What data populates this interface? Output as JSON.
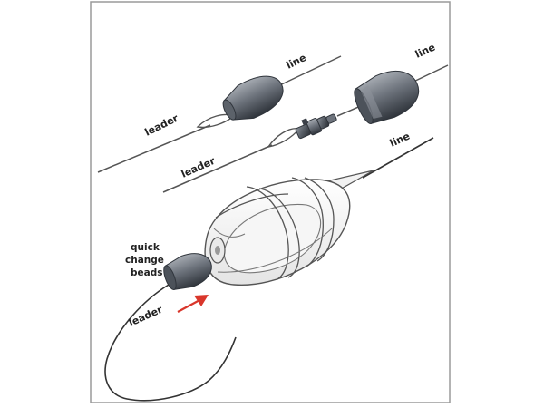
{
  "labels": {
    "line_top": "line",
    "leader_top": "leader",
    "line_mid": "line",
    "leader_mid": "leader",
    "line_lower": "line",
    "quick": "quick",
    "change": "change",
    "beads": "beads",
    "leader_bottom": "leader"
  },
  "colors": {
    "frame": "#9a9a9a",
    "line": "#555555",
    "bead_dark": "#3b4048",
    "bead_mid": "#6d737c",
    "bead_light": "#a6abb2",
    "arrow": "#d9362b",
    "text": "#222222"
  },
  "icons": [
    "cone-bead-icon",
    "snap-swivel-icon",
    "cage-feeder-icon",
    "quick-change-bead-icon",
    "direction-arrow-icon"
  ]
}
